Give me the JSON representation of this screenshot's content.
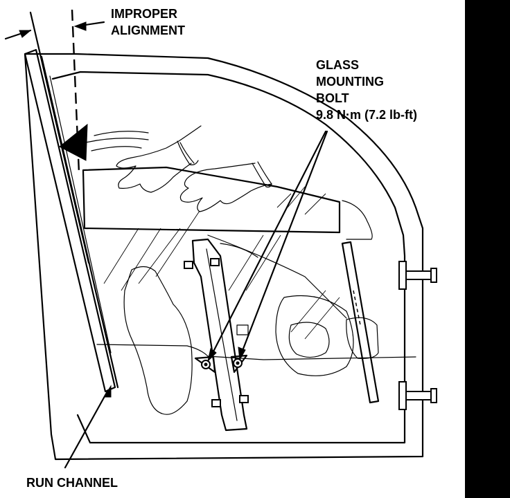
{
  "labels": {
    "improper_line1": "IMPROPER",
    "improper_line2": "ALIGNMENT",
    "glass_line1": "GLASS",
    "glass_line2": "MOUNTING",
    "glass_line3": "BOLT",
    "glass_torque": "9.8 N·m (7.2 lb-ft)",
    "run_channel": "RUN CHANNEL"
  },
  "colors": {
    "line": "#000000",
    "background": "#ffffff",
    "right_bar": "#000000"
  }
}
